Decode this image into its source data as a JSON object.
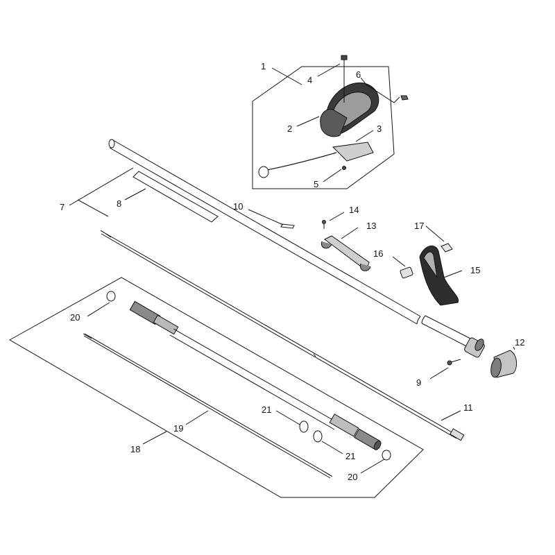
{
  "diagram": {
    "callouts": [
      "1",
      "2",
      "3",
      "4",
      "5",
      "6",
      "7",
      "8",
      "9",
      "10",
      "11",
      "12",
      "13",
      "14",
      "15",
      "16",
      "17",
      "18",
      "19",
      "20",
      "20",
      "21",
      "21"
    ]
  }
}
